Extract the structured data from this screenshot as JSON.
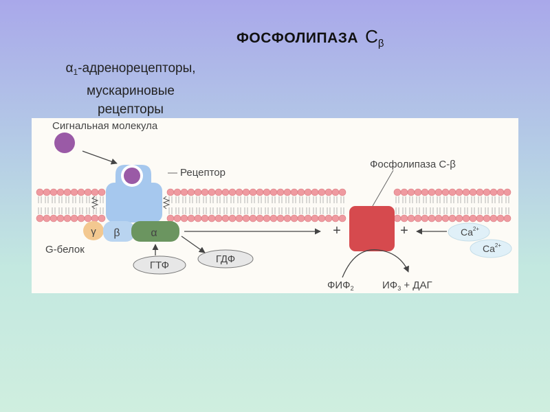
{
  "title": {
    "main": "ФОСФОЛИПАЗА",
    "letter": "С",
    "subscript": "β"
  },
  "receptors": {
    "alpha": "α",
    "alpha_sub": "1",
    "line1_rest": "-адренорецепторы,",
    "line2": "мускариновые",
    "line3": "рецепторы"
  },
  "diagram": {
    "signal_molecule_label": "Сигнальная молекула",
    "receptor_label": "Рецептор",
    "g_protein_label": "G-белок",
    "gamma": "γ",
    "beta": "β",
    "alpha": "α",
    "gtp": "ГТФ",
    "gdp": "ГДФ",
    "plc_label": "Фосфолипаза С-β",
    "plus1": "+",
    "plus2": "+",
    "ca_label": "Ca",
    "ca_charge": "2+",
    "pip2_main": "ФИФ",
    "pip2_sub": "2",
    "ip3_main": "ИФ",
    "ip3_sub": "3",
    "ip3_rest": " + ДАГ"
  },
  "colors": {
    "signal_molecule": "#9a5aa6",
    "receptor": "#a6c8ee",
    "gamma_subunit": "#f3c890",
    "beta_subunit": "#b9d4f0",
    "alpha_subunit": "#6b9560",
    "phospholipase": "#d64a4e",
    "ca_ion": "#e0f0f8",
    "lipid_head": "#ef9aa0"
  }
}
